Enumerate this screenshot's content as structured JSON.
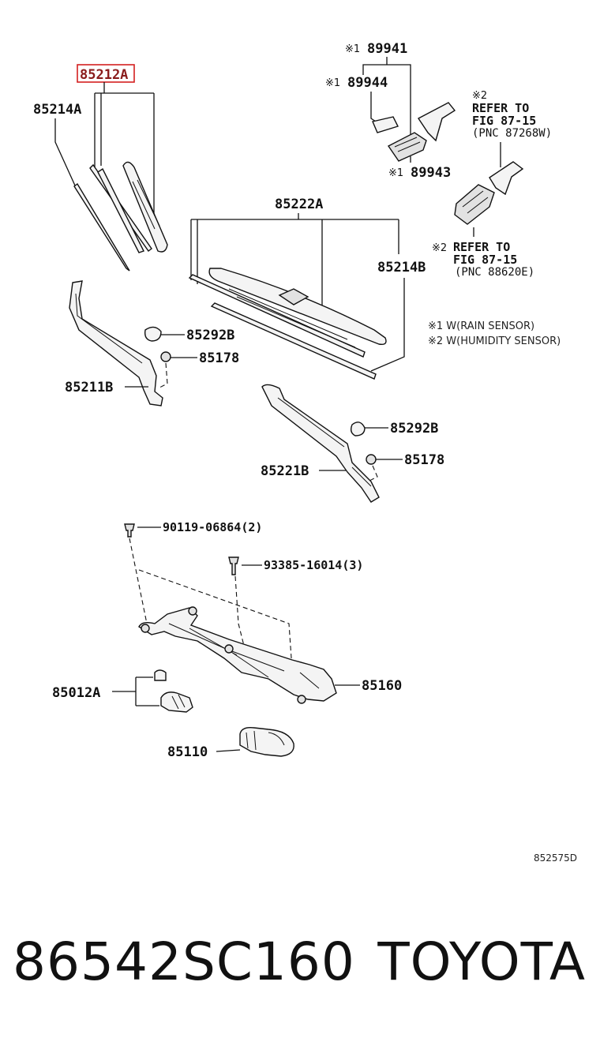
{
  "diagram": {
    "labels": {
      "p85212A": "85212A",
      "p85214A": "85214A",
      "p89941": "89941",
      "p89944": "89944",
      "p89943": "89943",
      "p85222A": "85222A",
      "p85214B": "85214B",
      "p85292B_1": "85292B",
      "p85178_1": "85178",
      "p85211B": "85211B",
      "p85292B_2": "85292B",
      "p85178_2": "85178",
      "p85221B": "85221B",
      "p90119": "90119-06864(2)",
      "p93385": "93385-16014(3)",
      "p85012A": "85012A",
      "p85160": "85160",
      "p85110": "85110"
    },
    "marks": {
      "m1": "※1",
      "m2": "※2"
    },
    "notes": {
      "refer1_line1": "REFER TO",
      "refer1_line2": "FIG 87-15",
      "refer1_line3": "(PNC 87268W)",
      "refer2_line1": "REFER TO",
      "refer2_line2": "FIG 87-15",
      "refer2_line3": "(PNC 88620E)"
    },
    "legend": {
      "line1": "※1 W(RAIN SENSOR)",
      "line2": "※2 W(HUMIDITY SENSOR)"
    },
    "figure_id": "852575D",
    "highlight_color": "#d42020"
  },
  "footer": {
    "part_number": "86542SC160",
    "brand": "TOYOTA"
  }
}
